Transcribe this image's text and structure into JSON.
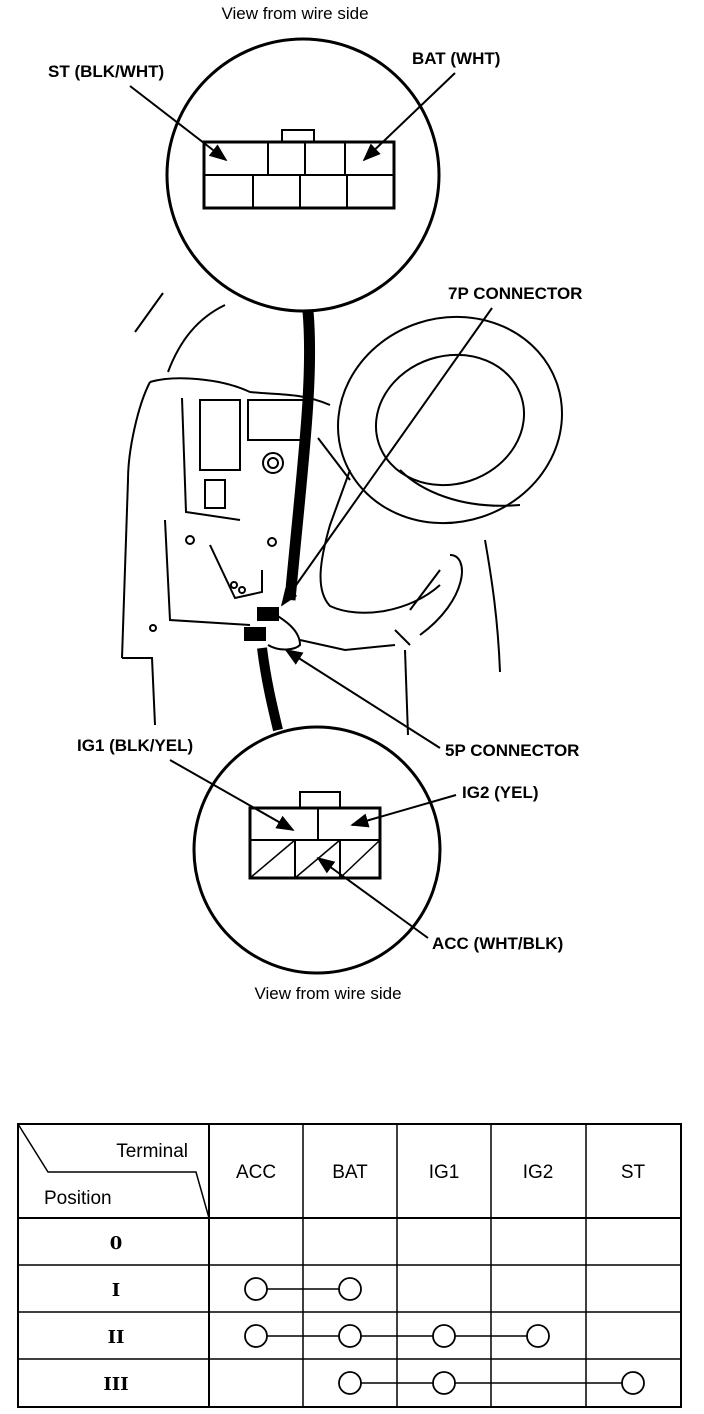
{
  "top_caption": "View from wire side",
  "bottom_caption": "View from wire side",
  "labels": {
    "st": "ST (BLK/WHT)",
    "bat": "BAT (WHT)",
    "seven_p": "7P CONNECTOR",
    "five_p": "5P CONNECTOR",
    "ig1": "IG1 (BLK/YEL)",
    "ig2": "IG2 (YEL)",
    "acc": "ACC (WHT/BLK)"
  },
  "table": {
    "header_terminal": "Terminal",
    "header_position": "Position",
    "columns": [
      "ACC",
      "BAT",
      "IG1",
      "IG2",
      "ST"
    ],
    "rows": [
      {
        "position": "0",
        "connected": []
      },
      {
        "position": "I",
        "connected": [
          "ACC",
          "BAT"
        ]
      },
      {
        "position": "II",
        "connected": [
          "ACC",
          "BAT",
          "IG1",
          "IG2"
        ]
      },
      {
        "position": "III",
        "connected": [
          "BAT",
          "IG1",
          "ST"
        ]
      }
    ]
  }
}
